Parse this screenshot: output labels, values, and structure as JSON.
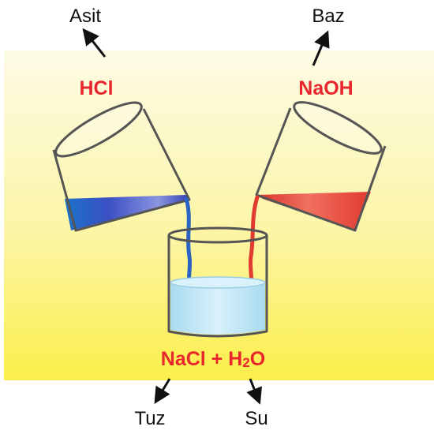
{
  "labels": {
    "acid": "Asit",
    "base": "Baz",
    "acid_formula": "HCl",
    "base_formula": "NaOH",
    "salt": "Tuz",
    "water": "Su"
  },
  "equation": {
    "left": "NaCl + H",
    "subscript": "2",
    "right": "O"
  },
  "colors": {
    "background_top": "#fdfbe6",
    "background_bottom": "#fbef4a",
    "label_red": "#e8262c",
    "acid_liquid": "#3b4fc4",
    "base_liquid": "#e8453a",
    "water_liquid": "#c5e8f7",
    "glass_outline": "#555555"
  },
  "icons": [
    "arrow-up-left-icon",
    "arrow-up-right-icon",
    "arrow-down-left-icon",
    "arrow-down-right-icon"
  ]
}
